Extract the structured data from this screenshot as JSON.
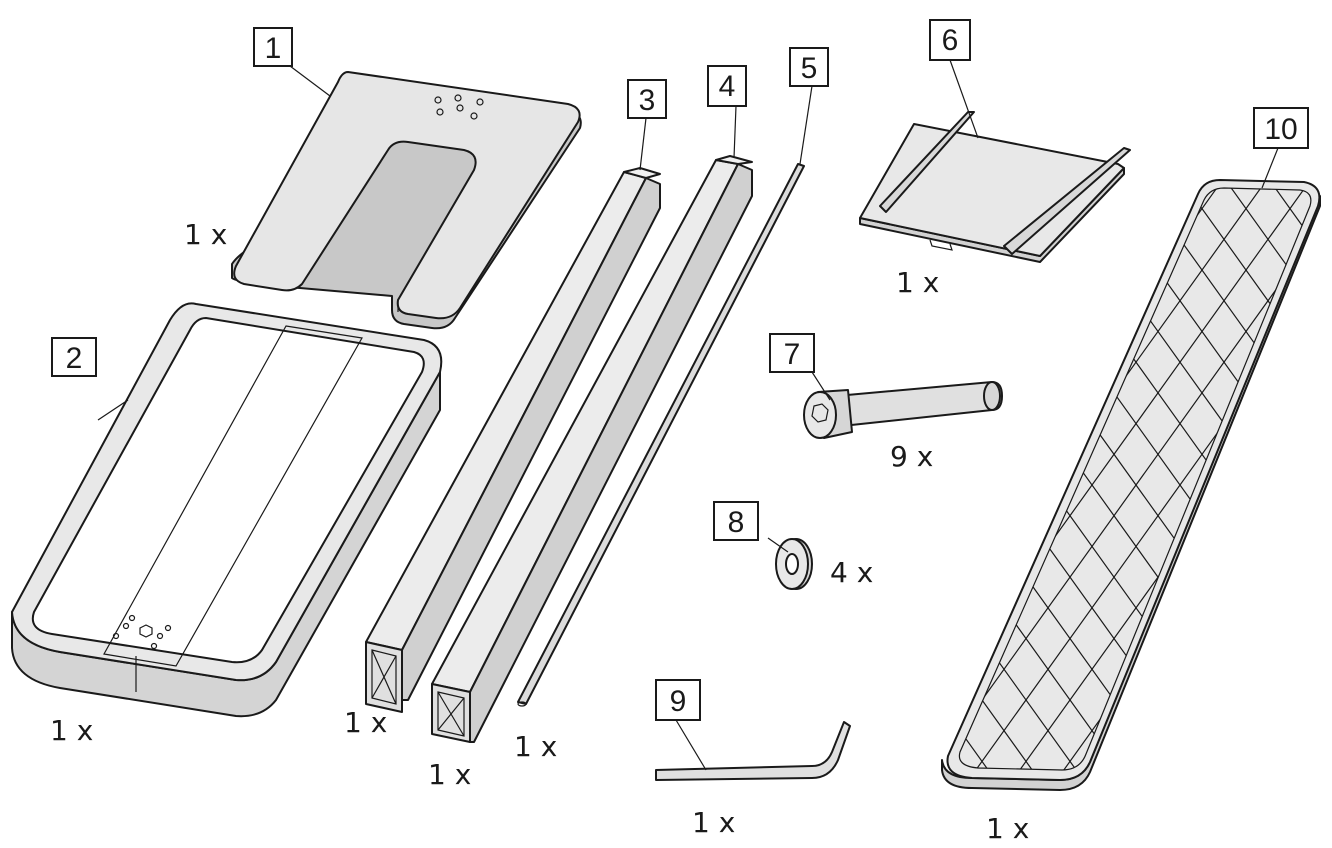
{
  "parts": [
    {
      "number": "1",
      "quantity": "1 x"
    },
    {
      "number": "2",
      "quantity": "1 x"
    },
    {
      "number": "3",
      "quantity": "1 x"
    },
    {
      "number": "4",
      "quantity": "1 x"
    },
    {
      "number": "5",
      "quantity": "1 x"
    },
    {
      "number": "6",
      "quantity": "1 x"
    },
    {
      "number": "7",
      "quantity": "9 x"
    },
    {
      "number": "8",
      "quantity": "4 x"
    },
    {
      "number": "9",
      "quantity": "1 x"
    },
    {
      "number": "10",
      "quantity": "1 x"
    }
  ],
  "colors": {
    "line": "#1a1a1a",
    "fill": "#e4e4e4",
    "fill_light": "#ededed",
    "fill_dark": "#c8c8c8",
    "background": "#ffffff"
  }
}
